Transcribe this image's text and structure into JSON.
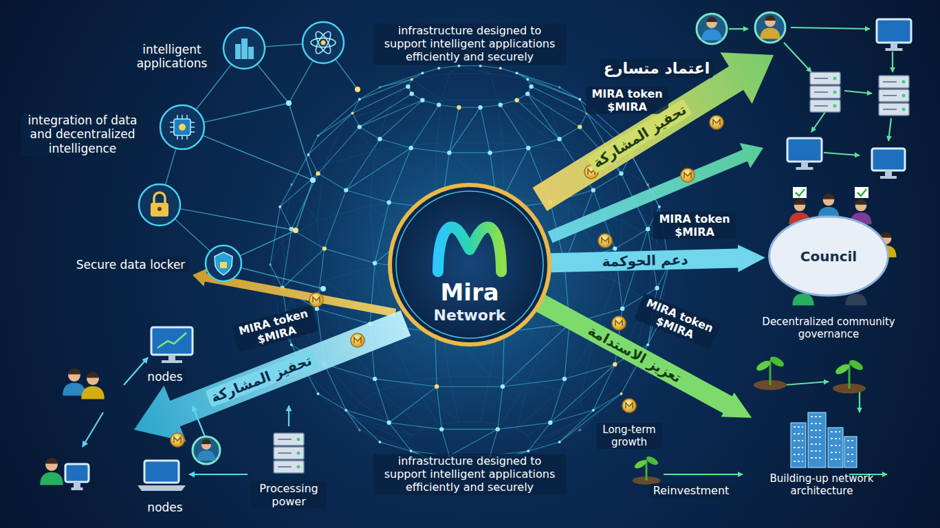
{
  "diagram": {
    "nodes": [
      {
        "text": [
          "Mira",
          "Network"
        ]
      },
      {
        "text": [
          "Council",
          "Decentralized community governance"
        ]
      },
      {
        "text": [
          "Building-up network architecture"
        ]
      }
    ],
    "edges": [
      {
        "from": 0,
        "to": 1,
        "label": "دعم الحوكمة",
        "arrow": "to"
      },
      {
        "from": 0,
        "to": 2,
        "label": "تعزيز الاستدامة",
        "arrow": "to"
      }
    ],
    "labels": [
      "intelligent applications",
      "integration of data and decentralized intelligence",
      "Secure data locker",
      "infrastructure designed to support intelligent applications efficiently and securely",
      "اعتماد متسارع",
      "MIRA token $MIRA",
      "تحفيز المشاركة",
      "MIRA token $MIRA",
      "MIRA token $MIRA",
      "MIRA token $MIRA",
      "تحفيز المشاركة",
      "nodes",
      "Processing power",
      "nodes",
      "infrastructure designed to support intelligent applications efficiently and securely",
      "Long-term growth",
      "Reinvestment"
    ]
  }
}
